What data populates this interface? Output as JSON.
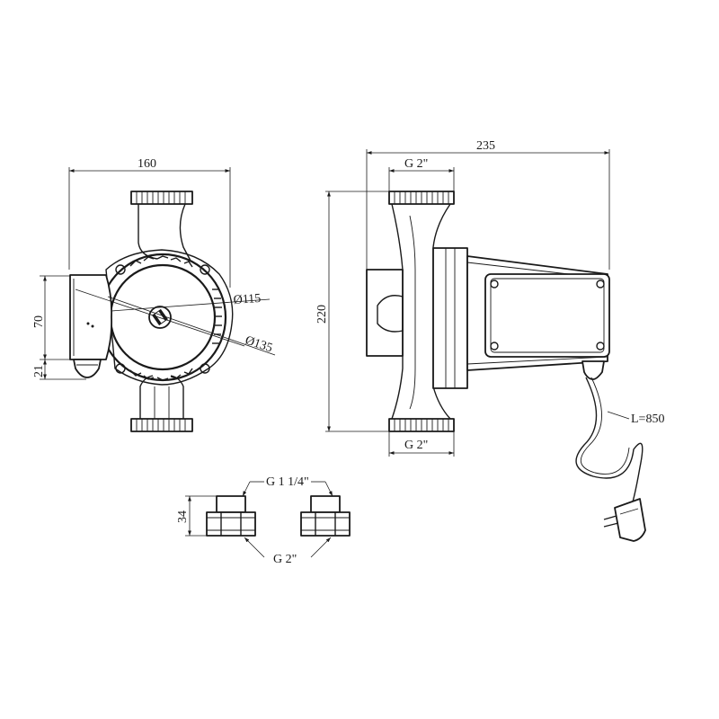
{
  "front_view": {
    "width_label": "160",
    "height_upper_label": "70",
    "height_lower_label": "21",
    "inner_diameter_label": "Ø115",
    "outer_diameter_label": "Ø135"
  },
  "side_view": {
    "length_label": "235",
    "height_label": "220",
    "top_thread_label": "G 2\"",
    "bottom_thread_label": "G 2\"",
    "cable_label": "L=850"
  },
  "fittings": {
    "height_label": "34",
    "inner_thread_label": "G 1 1/4\"",
    "outer_thread_label": "G 2\""
  }
}
